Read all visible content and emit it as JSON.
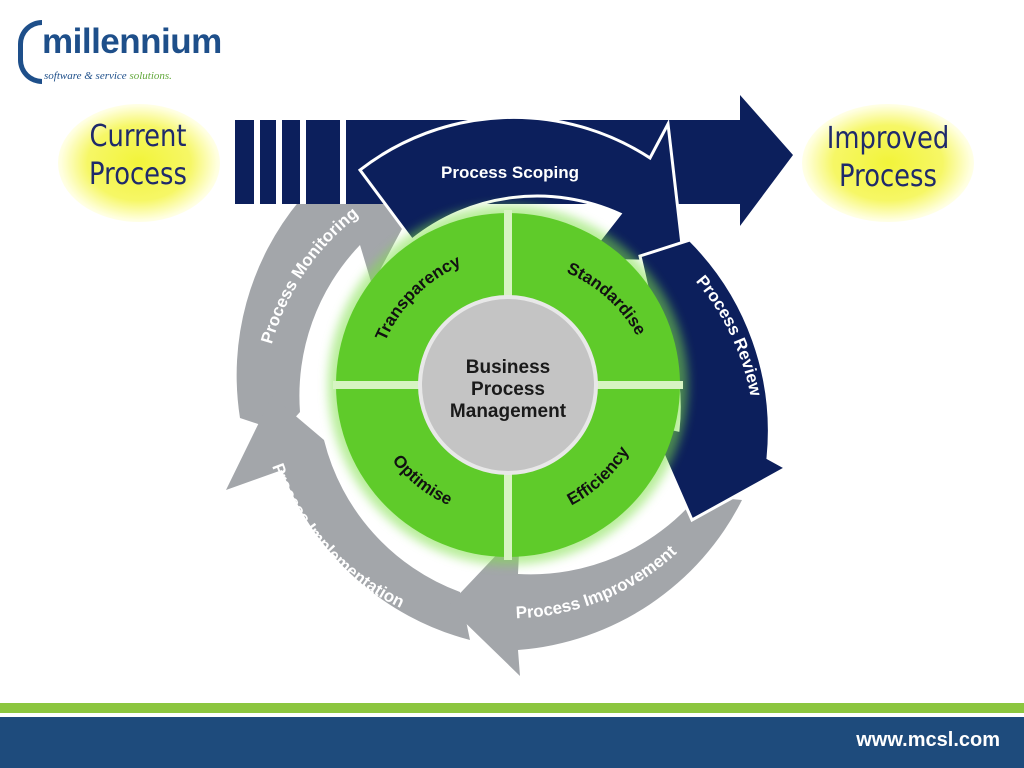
{
  "logo": {
    "name": "millennium",
    "tagline_prefix": "software & service",
    "tagline_highlight": "solutions."
  },
  "labels": {
    "current_line1": "Current",
    "current_line2": "Process",
    "improved_line1": "Improved",
    "improved_line2": "Process"
  },
  "center": {
    "line1": "Business",
    "line2": "Process",
    "line3": "Management"
  },
  "quadrants": {
    "top_left": "Transparency",
    "top_right": "Standardise",
    "bottom_left": "Optimise",
    "bottom_right": "Efficiency"
  },
  "cycle": {
    "scoping": "Process Scoping",
    "review": "Process Review",
    "improvement": "Process Improvement",
    "implementation": "Process Implementation",
    "monitoring": "Process Monitoring"
  },
  "footer": {
    "website": "www.mcsl.com"
  },
  "colors": {
    "navy": "#0c1f5c",
    "grey_arrow": "#a3a6aa",
    "green": "#5fcb2a",
    "center_grey": "#c4c4c4",
    "footer_blue": "#1e4b7c",
    "footer_green": "#8cc63f"
  }
}
